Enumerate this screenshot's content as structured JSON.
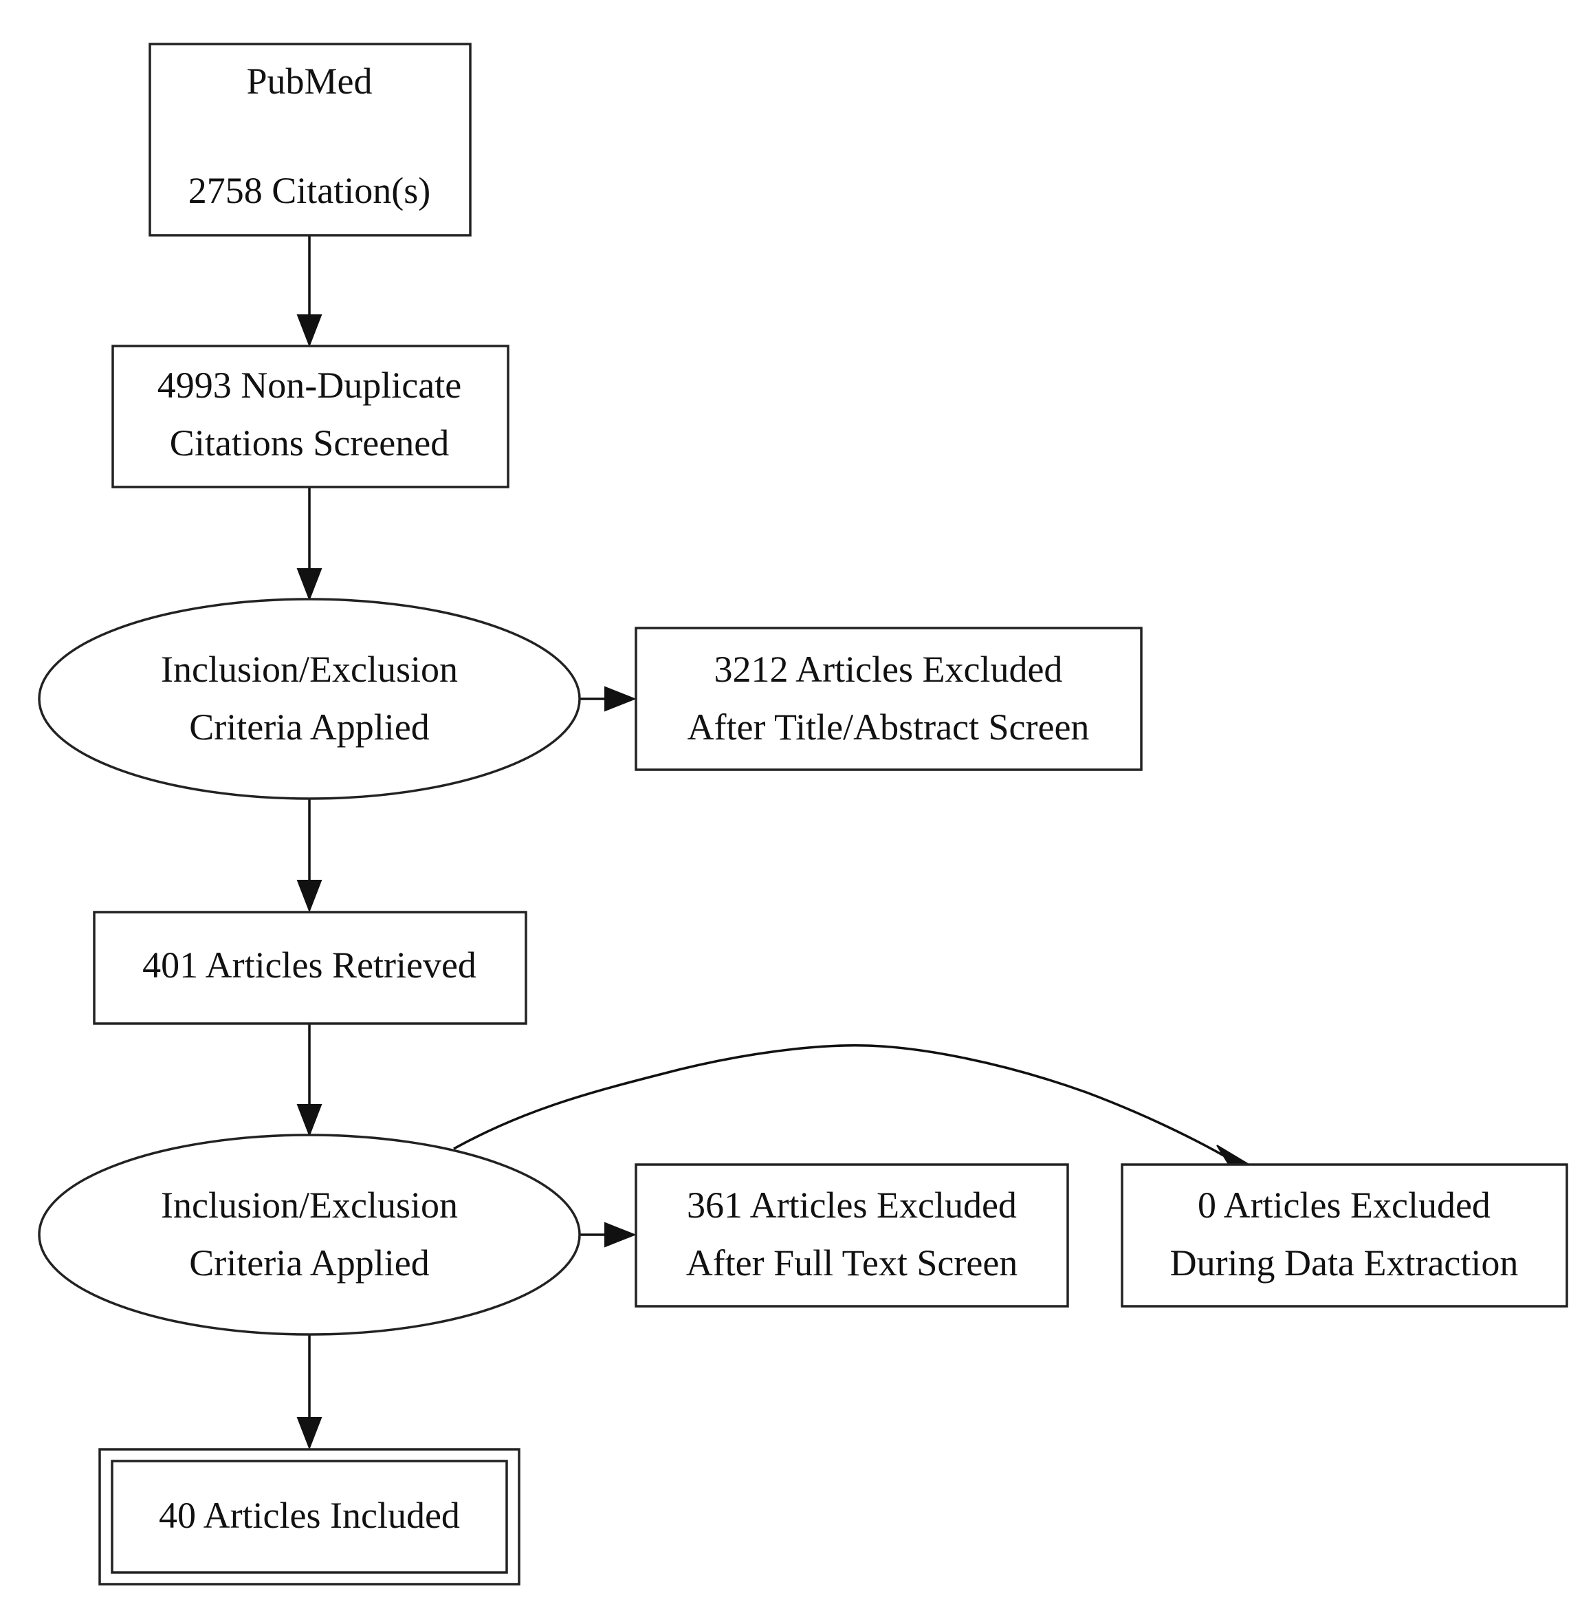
{
  "nodes": {
    "pubmed": {
      "line1": "PubMed",
      "line2": "2758 Citation(s)"
    },
    "screened": {
      "line1": "4993 Non-Duplicate",
      "line2": "Citations Screened"
    },
    "criteria1": {
      "line1": "Inclusion/Exclusion",
      "line2": "Criteria Applied"
    },
    "excluded_title": {
      "line1": "3212 Articles Excluded",
      "line2": "After Title/Abstract Screen"
    },
    "retrieved": {
      "line1": "401 Articles Retrieved"
    },
    "criteria2": {
      "line1": "Inclusion/Exclusion",
      "line2": "Criteria Applied"
    },
    "excluded_fulltext": {
      "line1": "361 Articles Excluded",
      "line2": "After Full Text Screen"
    },
    "excluded_extraction": {
      "line1": "0 Articles Excluded",
      "line2": "During Data Extraction"
    },
    "included": {
      "line1": "40 Articles Included"
    }
  },
  "edges": [
    {
      "from": "pubmed",
      "to": "screened"
    },
    {
      "from": "screened",
      "to": "criteria1"
    },
    {
      "from": "criteria1",
      "to": "excluded_title"
    },
    {
      "from": "criteria1",
      "to": "retrieved"
    },
    {
      "from": "retrieved",
      "to": "criteria2"
    },
    {
      "from": "criteria2",
      "to": "excluded_fulltext"
    },
    {
      "from": "criteria2",
      "to": "excluded_extraction"
    },
    {
      "from": "criteria2",
      "to": "included"
    }
  ]
}
